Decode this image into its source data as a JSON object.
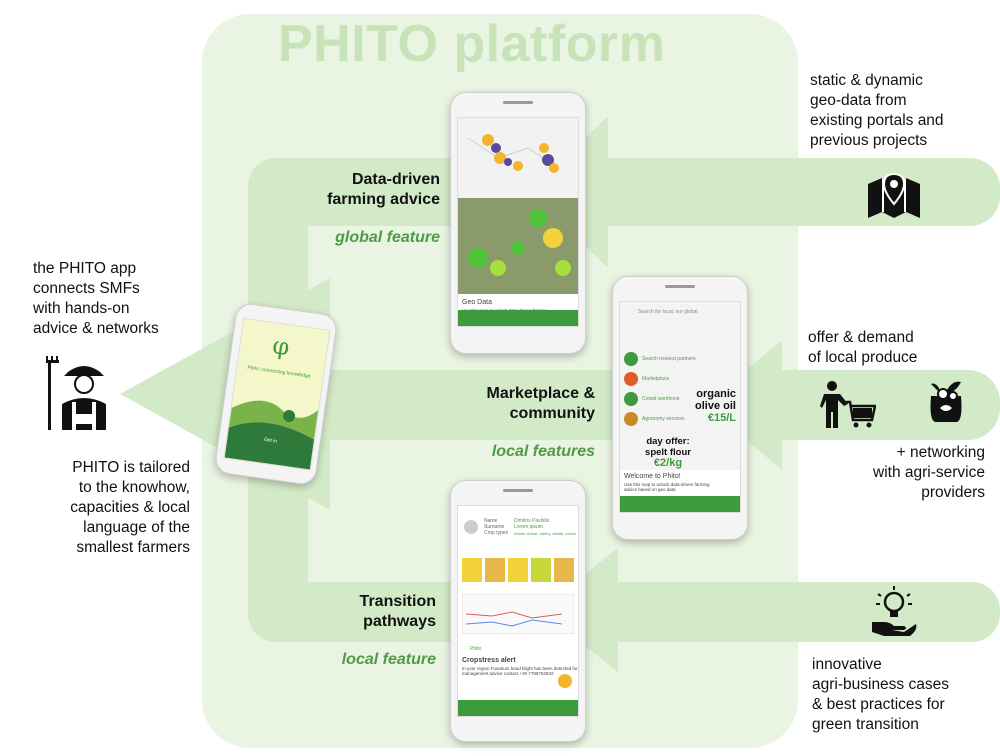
{
  "title": "PHITO platform",
  "left_top": "the PHITO app\nconnects SMFs\nwith hands-on\nadvice & networks",
  "left_bottom": "PHITO is tailored\nto the knowhow,\ncapacities & local\nlanguage of the\nsmallest farmers",
  "right_top": "static & dynamic\ngeo-data from\nexisting portals and\nprevious projects",
  "right_mid": "offer & demand\nof local produce",
  "right_mid2": "+ networking\nwith agri-service\nproviders",
  "right_bottom": "innovative\nagri-business cases\n& best practices for\ngreen transition",
  "flows": [
    {
      "label": "Data-driven\nfarming advice",
      "feature": "global feature"
    },
    {
      "label": "Marketplace &\ncommunity",
      "feature": "local features"
    },
    {
      "label": "Transition\npathways",
      "feature": "local feature"
    }
  ],
  "phone_main": {
    "tagline": "Phito: connecting knowledge",
    "button": "Get in"
  },
  "phone_geo": {
    "caption": "Geo Data",
    "subcaption": "Use this map to unlock data-driven farming\nadvice based on geo data"
  },
  "phone_market": {
    "search_placeholder": "Search for local, our global",
    "items": [
      "Search nearest partners",
      "Marketplace",
      "Crowd workforce",
      "Agronomy services"
    ],
    "offer1_line1": "organic",
    "offer1_line2": "olive oil",
    "offer1_price": "€15/L",
    "offer2_line1": "day offer:",
    "offer2_line2": "spelt flour",
    "offer2_price": "€2/kg",
    "welcome": "Welcome to Phito!",
    "welcome_sub": "Use this map to unlock data-driven farming\nadvice based on geo data"
  },
  "phone_transition": {
    "profile": [
      "Name",
      "Surname",
      "Crop types"
    ],
    "profile_values": [
      "Dimitris Pavlidis",
      "Lorem ipsum",
      "Winter wheat, barley, alfalfa, cotton"
    ],
    "alert_source": "Phito",
    "alert_title": "Cropstress alert",
    "alert_text": "In your region Fusarium head blight has been detected for\nmanagement advice contact +30 7789762932"
  },
  "colors": {
    "panel": "#e9f4e2",
    "band": "#d3eac8",
    "accent": "#4f9b47",
    "phone_nav": "#3d9a3d"
  },
  "icons": [
    "farmer-icon",
    "map-icon",
    "buyer-cart-icon",
    "produce-bag-icon",
    "lightbulb-hand-icon"
  ]
}
